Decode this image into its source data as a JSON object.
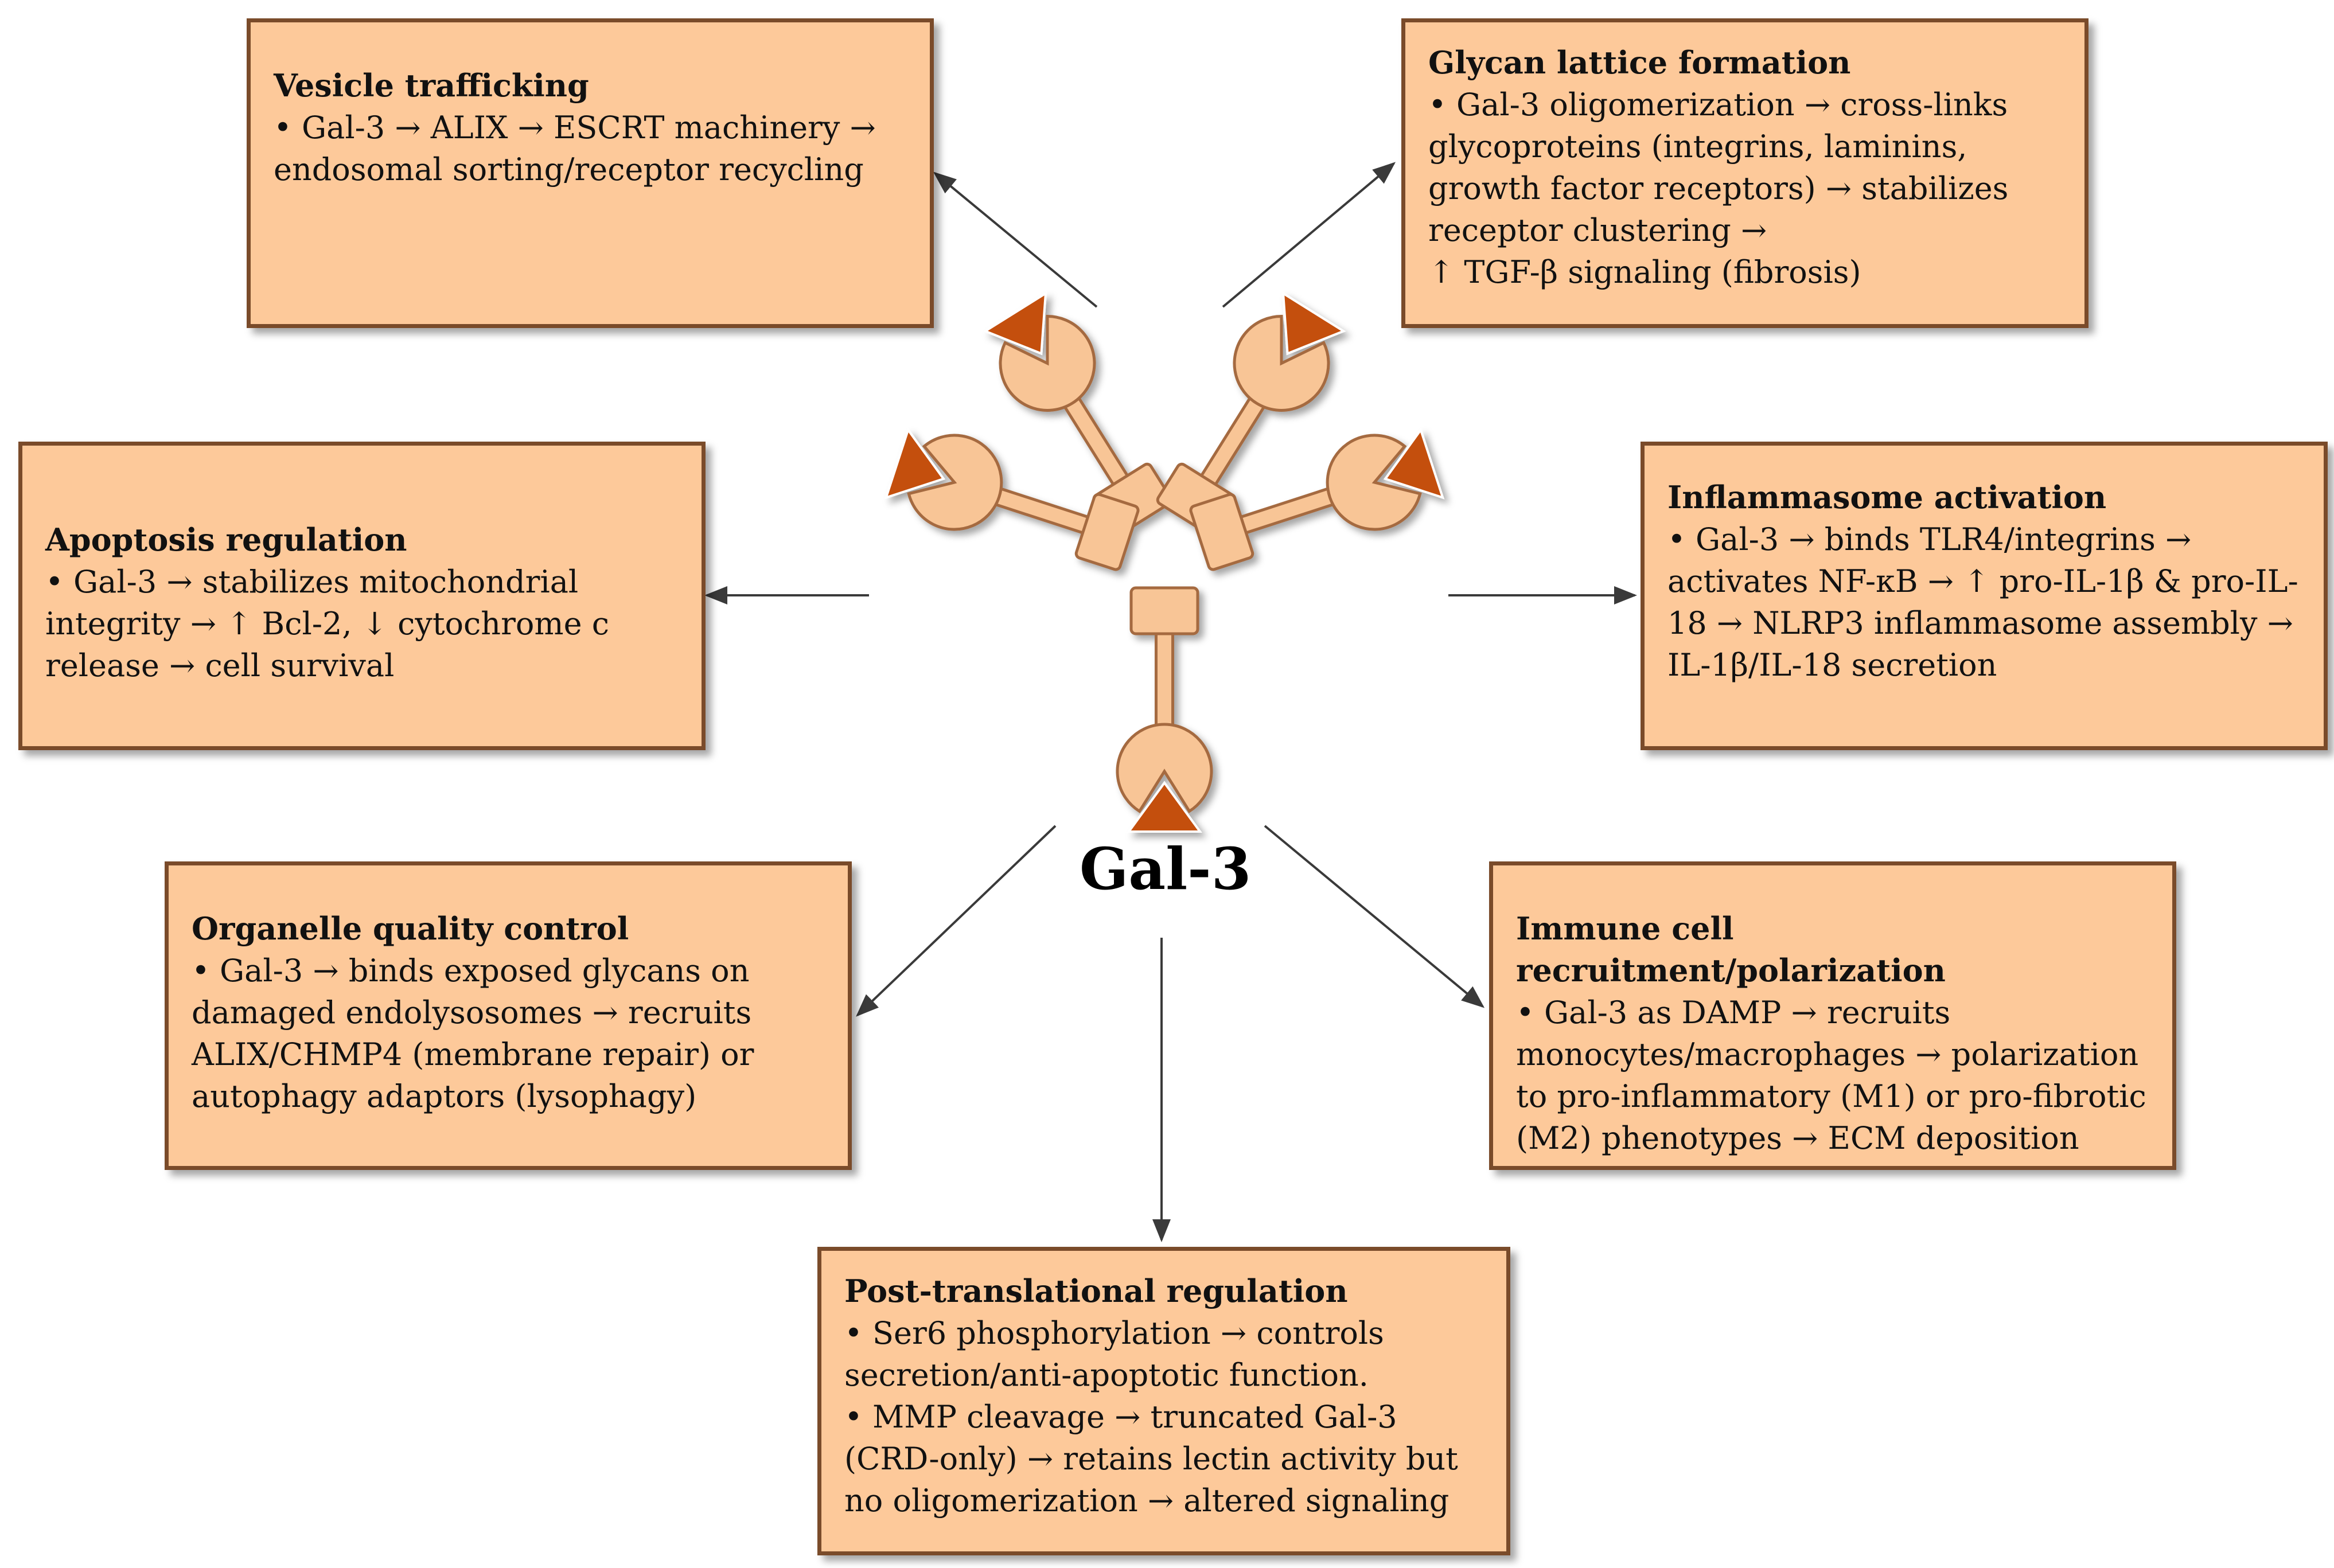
{
  "colors": {
    "box_fill": "#fdc99a",
    "box_border": "#7a4b2a",
    "molecule_fill": "#f8c596",
    "molecule_stroke": "#a56a3f",
    "ligand": "#c4500f",
    "arrow": "#3a3a3a"
  },
  "hub": {
    "label": "Gal-3"
  },
  "boxes": {
    "vesicle": {
      "title": "Vesicle trafficking",
      "lines": [
        "• Gal-3 → ALIX → ESCRT machinery →",
        "endosomal sorting/receptor recycling"
      ]
    },
    "glycan": {
      "title": "Glycan lattice formation",
      "lines": [
        "• Gal-3 oligomerization → cross-links",
        "glycoproteins (integrins, laminins,",
        "growth factor receptors) → stabilizes",
        "receptor clustering →",
        "↑ TGF-β signaling (fibrosis)"
      ]
    },
    "apoptosis": {
      "title": "Apoptosis regulation",
      "lines": [
        "• Gal-3 → stabilizes mitochondrial",
        "integrity → ↑ Bcl-2, ↓ cytochrome c",
        "release → cell survival"
      ]
    },
    "inflammasome": {
      "title": "Inflammasome activation",
      "lines": [
        "• Gal-3 → binds TLR4/integrins →",
        "activates NF-κB → ↑ pro-IL-1β & pro-IL-",
        "18 → NLRP3 inflammasome assembly →",
        "IL-1β/IL-18 secretion"
      ]
    },
    "organelle": {
      "title": "Organelle quality control",
      "lines": [
        "• Gal-3 → binds exposed glycans on",
        "damaged endolysosomes → recruits",
        "ALIX/CHMP4 (membrane repair) or",
        "autophagy adaptors (lysophagy)"
      ]
    },
    "immune": {
      "title": "Immune cell recruitment/polarization",
      "lines": [
        "• Gal-3 as DAMP → recruits",
        "monocytes/macrophages → polarization",
        "to pro-inflammatory (M1) or pro-fibrotic",
        "(M2) phenotypes → ECM deposition"
      ]
    },
    "posttrans": {
      "title": "Post-translational regulation",
      "lines": [
        "• Ser6 phosphorylation → controls",
        "secretion/anti-apoptotic function.",
        "• MMP cleavage → truncated Gal-3",
        "(CRD-only) → retains lectin activity but",
        "no oligomerization → altered signaling"
      ]
    }
  }
}
